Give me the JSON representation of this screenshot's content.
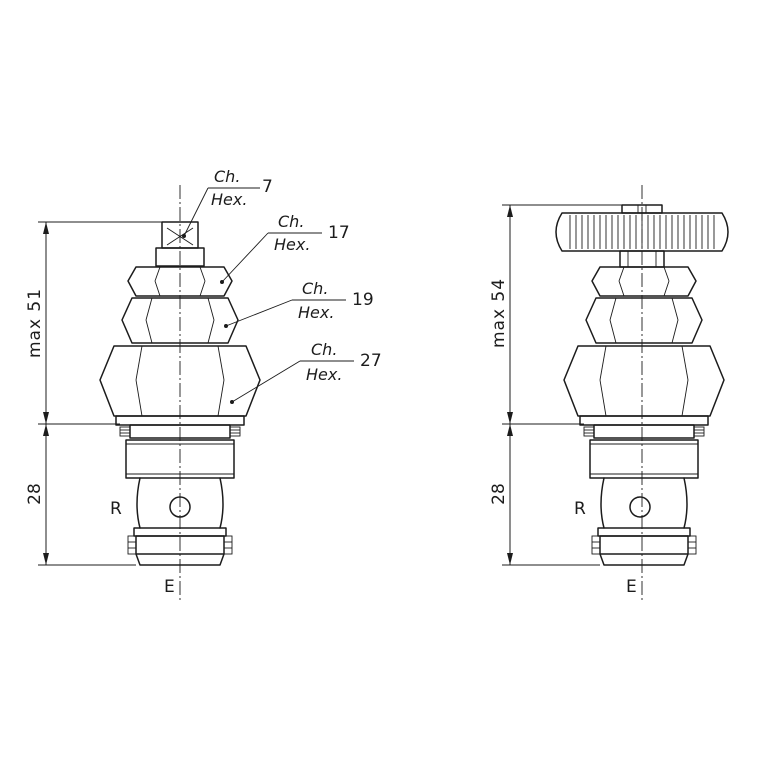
{
  "callouts": [
    {
      "ch": "Ch.",
      "hex": "Hex.",
      "size": "7"
    },
    {
      "ch": "Ch.",
      "hex": "Hex.",
      "size": "17"
    },
    {
      "ch": "Ch.",
      "hex": "Hex.",
      "size": "19"
    },
    {
      "ch": "Ch.",
      "hex": "Hex.",
      "size": "27"
    }
  ],
  "left_view": {
    "dim_top": "max 51",
    "dim_bottom": "28",
    "port_side": "R",
    "port_bottom": "E"
  },
  "right_view": {
    "dim_top": "max 54",
    "dim_bottom": "28",
    "port_side": "R",
    "port_bottom": "E"
  }
}
